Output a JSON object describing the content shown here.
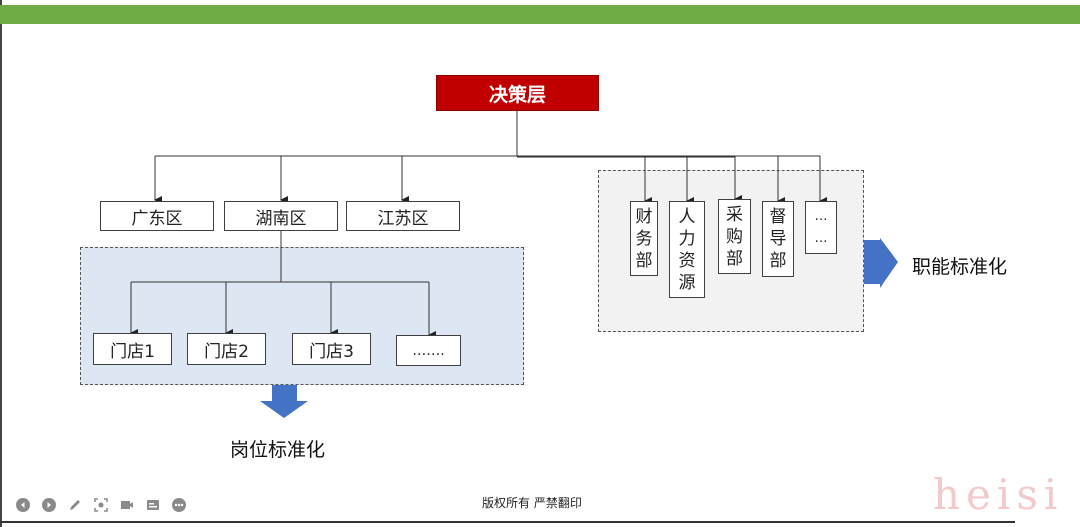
{
  "root": {
    "label": "决策层",
    "color": "#c00000"
  },
  "regions": [
    {
      "label": "广东区"
    },
    {
      "label": "湖南区"
    },
    {
      "label": "江苏区"
    }
  ],
  "stores": [
    {
      "label": "门店1"
    },
    {
      "label": "门店2"
    },
    {
      "label": "门店3"
    },
    {
      "label": "……."
    }
  ],
  "departments": [
    {
      "label": "财务部",
      "chars": [
        "财",
        "务",
        "部"
      ]
    },
    {
      "label": "人力资源",
      "chars": [
        "人",
        "力",
        "资",
        "源"
      ]
    },
    {
      "label": "采购部",
      "chars": [
        "采",
        "购",
        "部"
      ]
    },
    {
      "label": "督导部",
      "chars": [
        "督",
        "导",
        "部"
      ]
    },
    {
      "label": "……",
      "chars": [
        "…",
        "…"
      ]
    }
  ],
  "outcomes": {
    "position_standardization": "岗位标准化",
    "function_standardization": "职能标准化"
  },
  "footer": {
    "copyright": "版权所有  严禁翻印",
    "watermark": "heisi",
    "toolbar_icons": [
      "prev-icon",
      "next-icon",
      "pen-icon",
      "screenshot-icon",
      "camera-icon",
      "subtitle-icon",
      "more-icon"
    ]
  },
  "colors": {
    "topbar": "#6fac46",
    "arrow": "#4472c4",
    "store_group_bg": "#dde7f3"
  }
}
